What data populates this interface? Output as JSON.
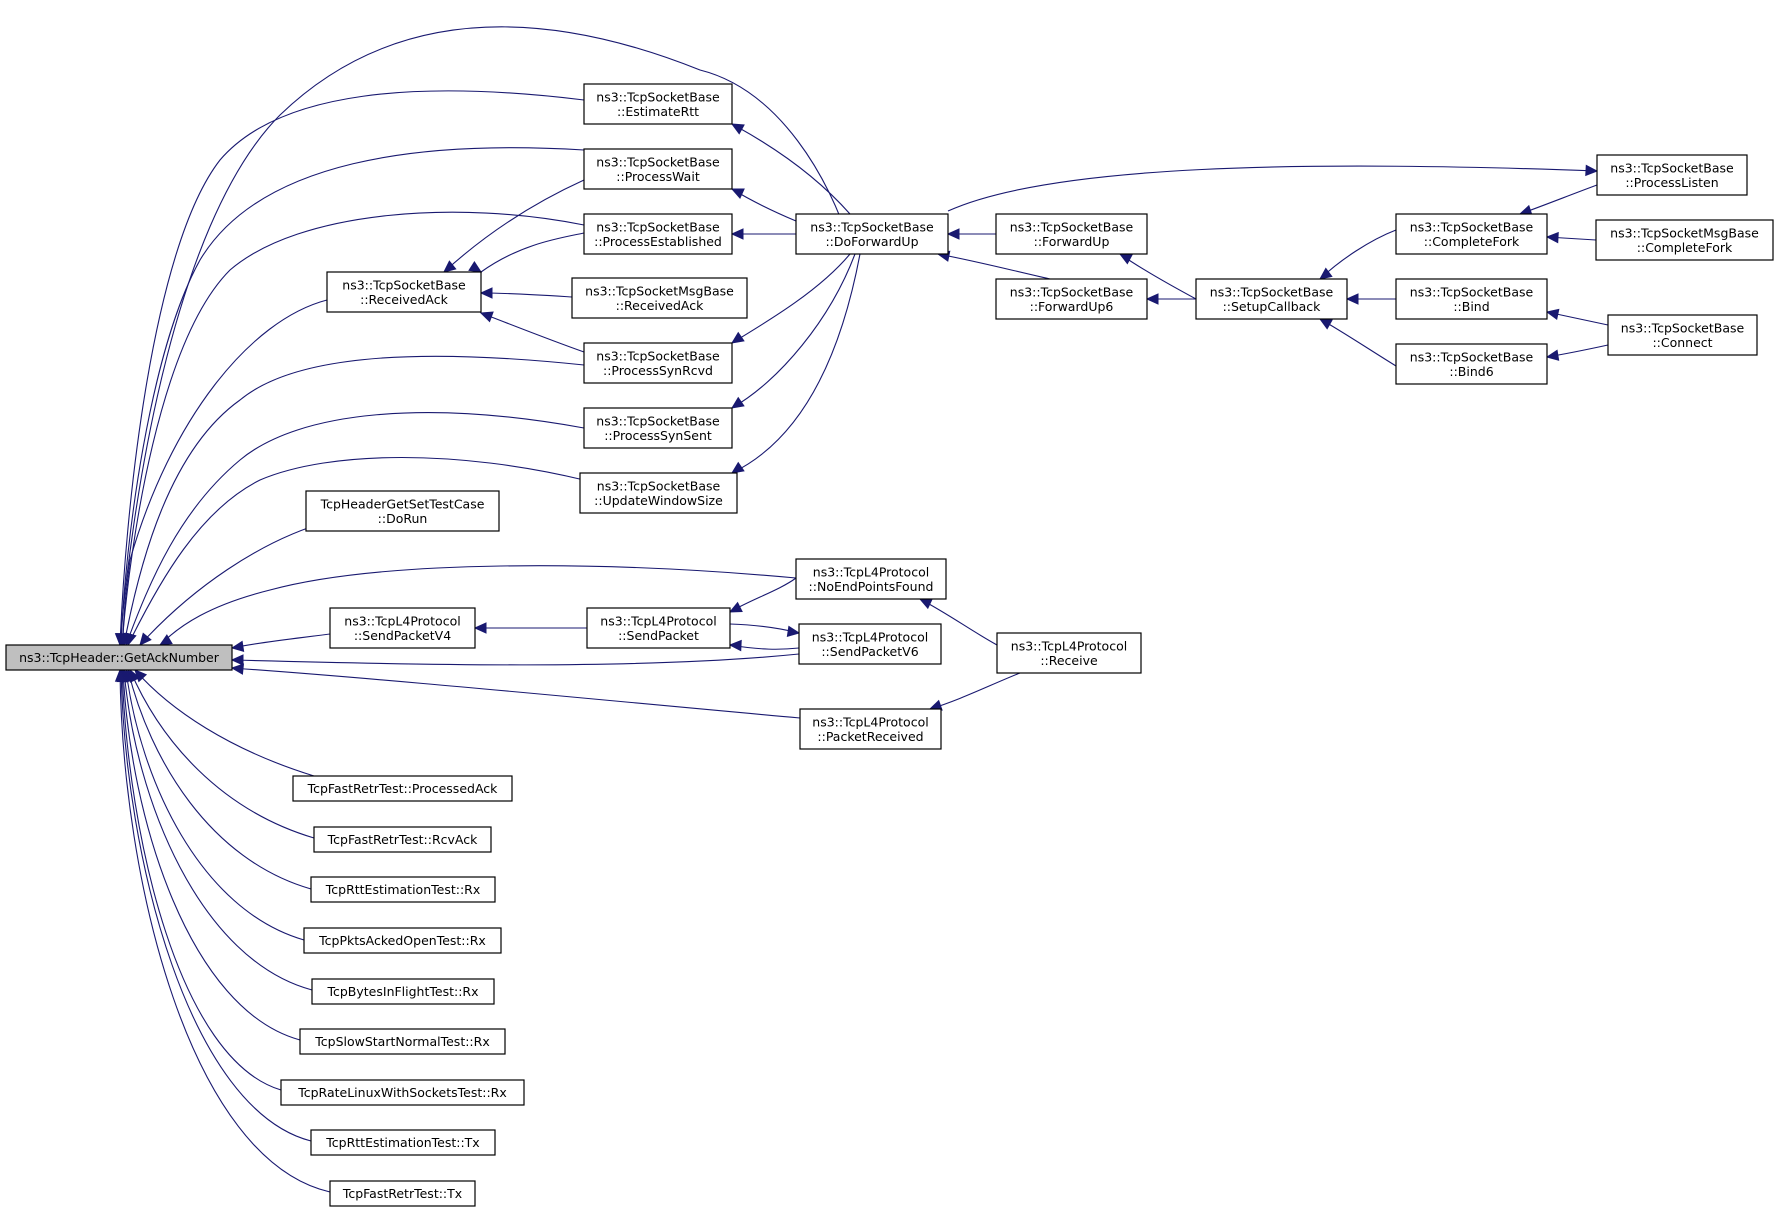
{
  "graph": {
    "edge_color": "#191970",
    "root_fill": "#bfbfbf",
    "nodes": [
      {
        "id": "root",
        "lines": [
          "ns3::TcpHeader::GetAckNumber"
        ]
      },
      {
        "id": "estimateRtt",
        "lines": [
          "ns3::TcpSocketBase",
          "::EstimateRtt"
        ]
      },
      {
        "id": "processWait",
        "lines": [
          "ns3::TcpSocketBase",
          "::ProcessWait"
        ]
      },
      {
        "id": "processEstablished",
        "lines": [
          "ns3::TcpSocketBase",
          "::ProcessEstablished"
        ]
      },
      {
        "id": "receivedAck",
        "lines": [
          "ns3::TcpSocketBase",
          "::ReceivedAck"
        ]
      },
      {
        "id": "msgReceivedAck",
        "lines": [
          "ns3::TcpSocketMsgBase",
          "::ReceivedAck"
        ]
      },
      {
        "id": "processSynRcvd",
        "lines": [
          "ns3::TcpSocketBase",
          "::ProcessSynRcvd"
        ]
      },
      {
        "id": "processSynSent",
        "lines": [
          "ns3::TcpSocketBase",
          "::ProcessSynSent"
        ]
      },
      {
        "id": "updateWindowSize",
        "lines": [
          "ns3::TcpSocketBase",
          "::UpdateWindowSize"
        ]
      },
      {
        "id": "headerTestDoRun",
        "lines": [
          "TcpHeaderGetSetTestCase",
          "::DoRun"
        ]
      },
      {
        "id": "doForwardUp",
        "lines": [
          "ns3::TcpSocketBase",
          "::DoForwardUp"
        ]
      },
      {
        "id": "forwardUp",
        "lines": [
          "ns3::TcpSocketBase",
          "::ForwardUp"
        ]
      },
      {
        "id": "forwardUp6",
        "lines": [
          "ns3::TcpSocketBase",
          "::ForwardUp6"
        ]
      },
      {
        "id": "setupCallback",
        "lines": [
          "ns3::TcpSocketBase",
          "::SetupCallback"
        ]
      },
      {
        "id": "completeFork",
        "lines": [
          "ns3::TcpSocketBase",
          "::CompleteFork"
        ]
      },
      {
        "id": "bind",
        "lines": [
          "ns3::TcpSocketBase",
          "::Bind"
        ]
      },
      {
        "id": "bind6",
        "lines": [
          "ns3::TcpSocketBase",
          "::Bind6"
        ]
      },
      {
        "id": "processListen",
        "lines": [
          "ns3::TcpSocketBase",
          "::ProcessListen"
        ]
      },
      {
        "id": "msgCompleteFork",
        "lines": [
          "ns3::TcpSocketMsgBase",
          "::CompleteFork"
        ]
      },
      {
        "id": "connect",
        "lines": [
          "ns3::TcpSocketBase",
          "::Connect"
        ]
      },
      {
        "id": "sendPacketV4",
        "lines": [
          "ns3::TcpL4Protocol",
          "::SendPacketV4"
        ]
      },
      {
        "id": "sendPacket",
        "lines": [
          "ns3::TcpL4Protocol",
          "::SendPacket"
        ]
      },
      {
        "id": "noEndPointsFound",
        "lines": [
          "ns3::TcpL4Protocol",
          "::NoEndPointsFound"
        ]
      },
      {
        "id": "sendPacketV6",
        "lines": [
          "ns3::TcpL4Protocol",
          "::SendPacketV6"
        ]
      },
      {
        "id": "packetReceived",
        "lines": [
          "ns3::TcpL4Protocol",
          "::PacketReceived"
        ]
      },
      {
        "id": "receive",
        "lines": [
          "ns3::TcpL4Protocol",
          "::Receive"
        ]
      },
      {
        "id": "fastRetrProcessedAck",
        "lines": [
          "TcpFastRetrTest::ProcessedAck"
        ]
      },
      {
        "id": "fastRetrRcvAck",
        "lines": [
          "TcpFastRetrTest::RcvAck"
        ]
      },
      {
        "id": "rttEstRx",
        "lines": [
          "TcpRttEstimationTest::Rx"
        ]
      },
      {
        "id": "pktsAckedRx",
        "lines": [
          "TcpPktsAckedOpenTest::Rx"
        ]
      },
      {
        "id": "bytesInFlightRx",
        "lines": [
          "TcpBytesInFlightTest::Rx"
        ]
      },
      {
        "id": "slowStartRx",
        "lines": [
          "TcpSlowStartNormalTest::Rx"
        ]
      },
      {
        "id": "rateLinuxRx",
        "lines": [
          "TcpRateLinuxWithSocketsTest::Rx"
        ]
      },
      {
        "id": "rttEstTx",
        "lines": [
          "TcpRttEstimationTest::Tx"
        ]
      },
      {
        "id": "fastRetrTx",
        "lines": [
          "TcpFastRetrTest::Tx"
        ]
      }
    ]
  }
}
